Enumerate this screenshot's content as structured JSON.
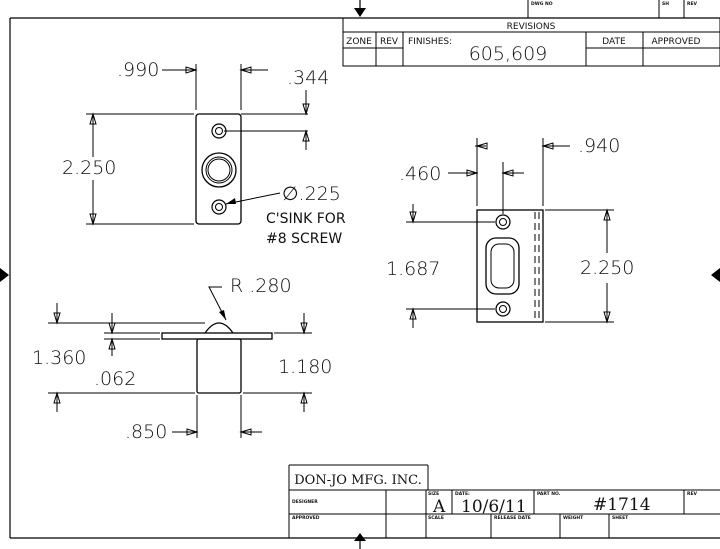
{
  "title_block": {
    "company": "DON-JO MFG. INC.",
    "dwg_no_label": "DWG NO",
    "sh_label": "SH",
    "rev_label": "REV",
    "drawn_label": "DESIGNER",
    "approved_label": "APPROVED",
    "size_label": "SIZE",
    "size_value": "A",
    "date_label": "DATE:",
    "date_value": "10/6/11",
    "part_no_label": "PART NO.",
    "part_no_value": "#1714",
    "rev2_label": "REV",
    "scale_label": "SCALE",
    "release_date_label": "RELEASE DATE",
    "weight_label": "WEIGHT",
    "sheet_label": "SHEET"
  },
  "revisions_block": {
    "header": "REVISIONS",
    "zone": "ZONE",
    "rev": "REV",
    "finishes_label": "FINISHES:",
    "finishes_value": "605,609",
    "date": "DATE",
    "approved": "APPROVED"
  },
  "dimensions": {
    "front_width": ".990",
    "front_hole_offset": ".344",
    "front_height": "2.250",
    "hole_dia": "∅.225",
    "csink_line1": "C'SINK FOR",
    "csink_line2": "#8 SCREW",
    "side_radius": "R .280",
    "side_overall": "1.360",
    "side_plate_thk": ".062",
    "side_body": "1.180",
    "side_body_width": ".850",
    "strike_width": ".940",
    "strike_offset": ".460",
    "strike_hole_spacing": "1.687",
    "strike_height": "2.250"
  }
}
